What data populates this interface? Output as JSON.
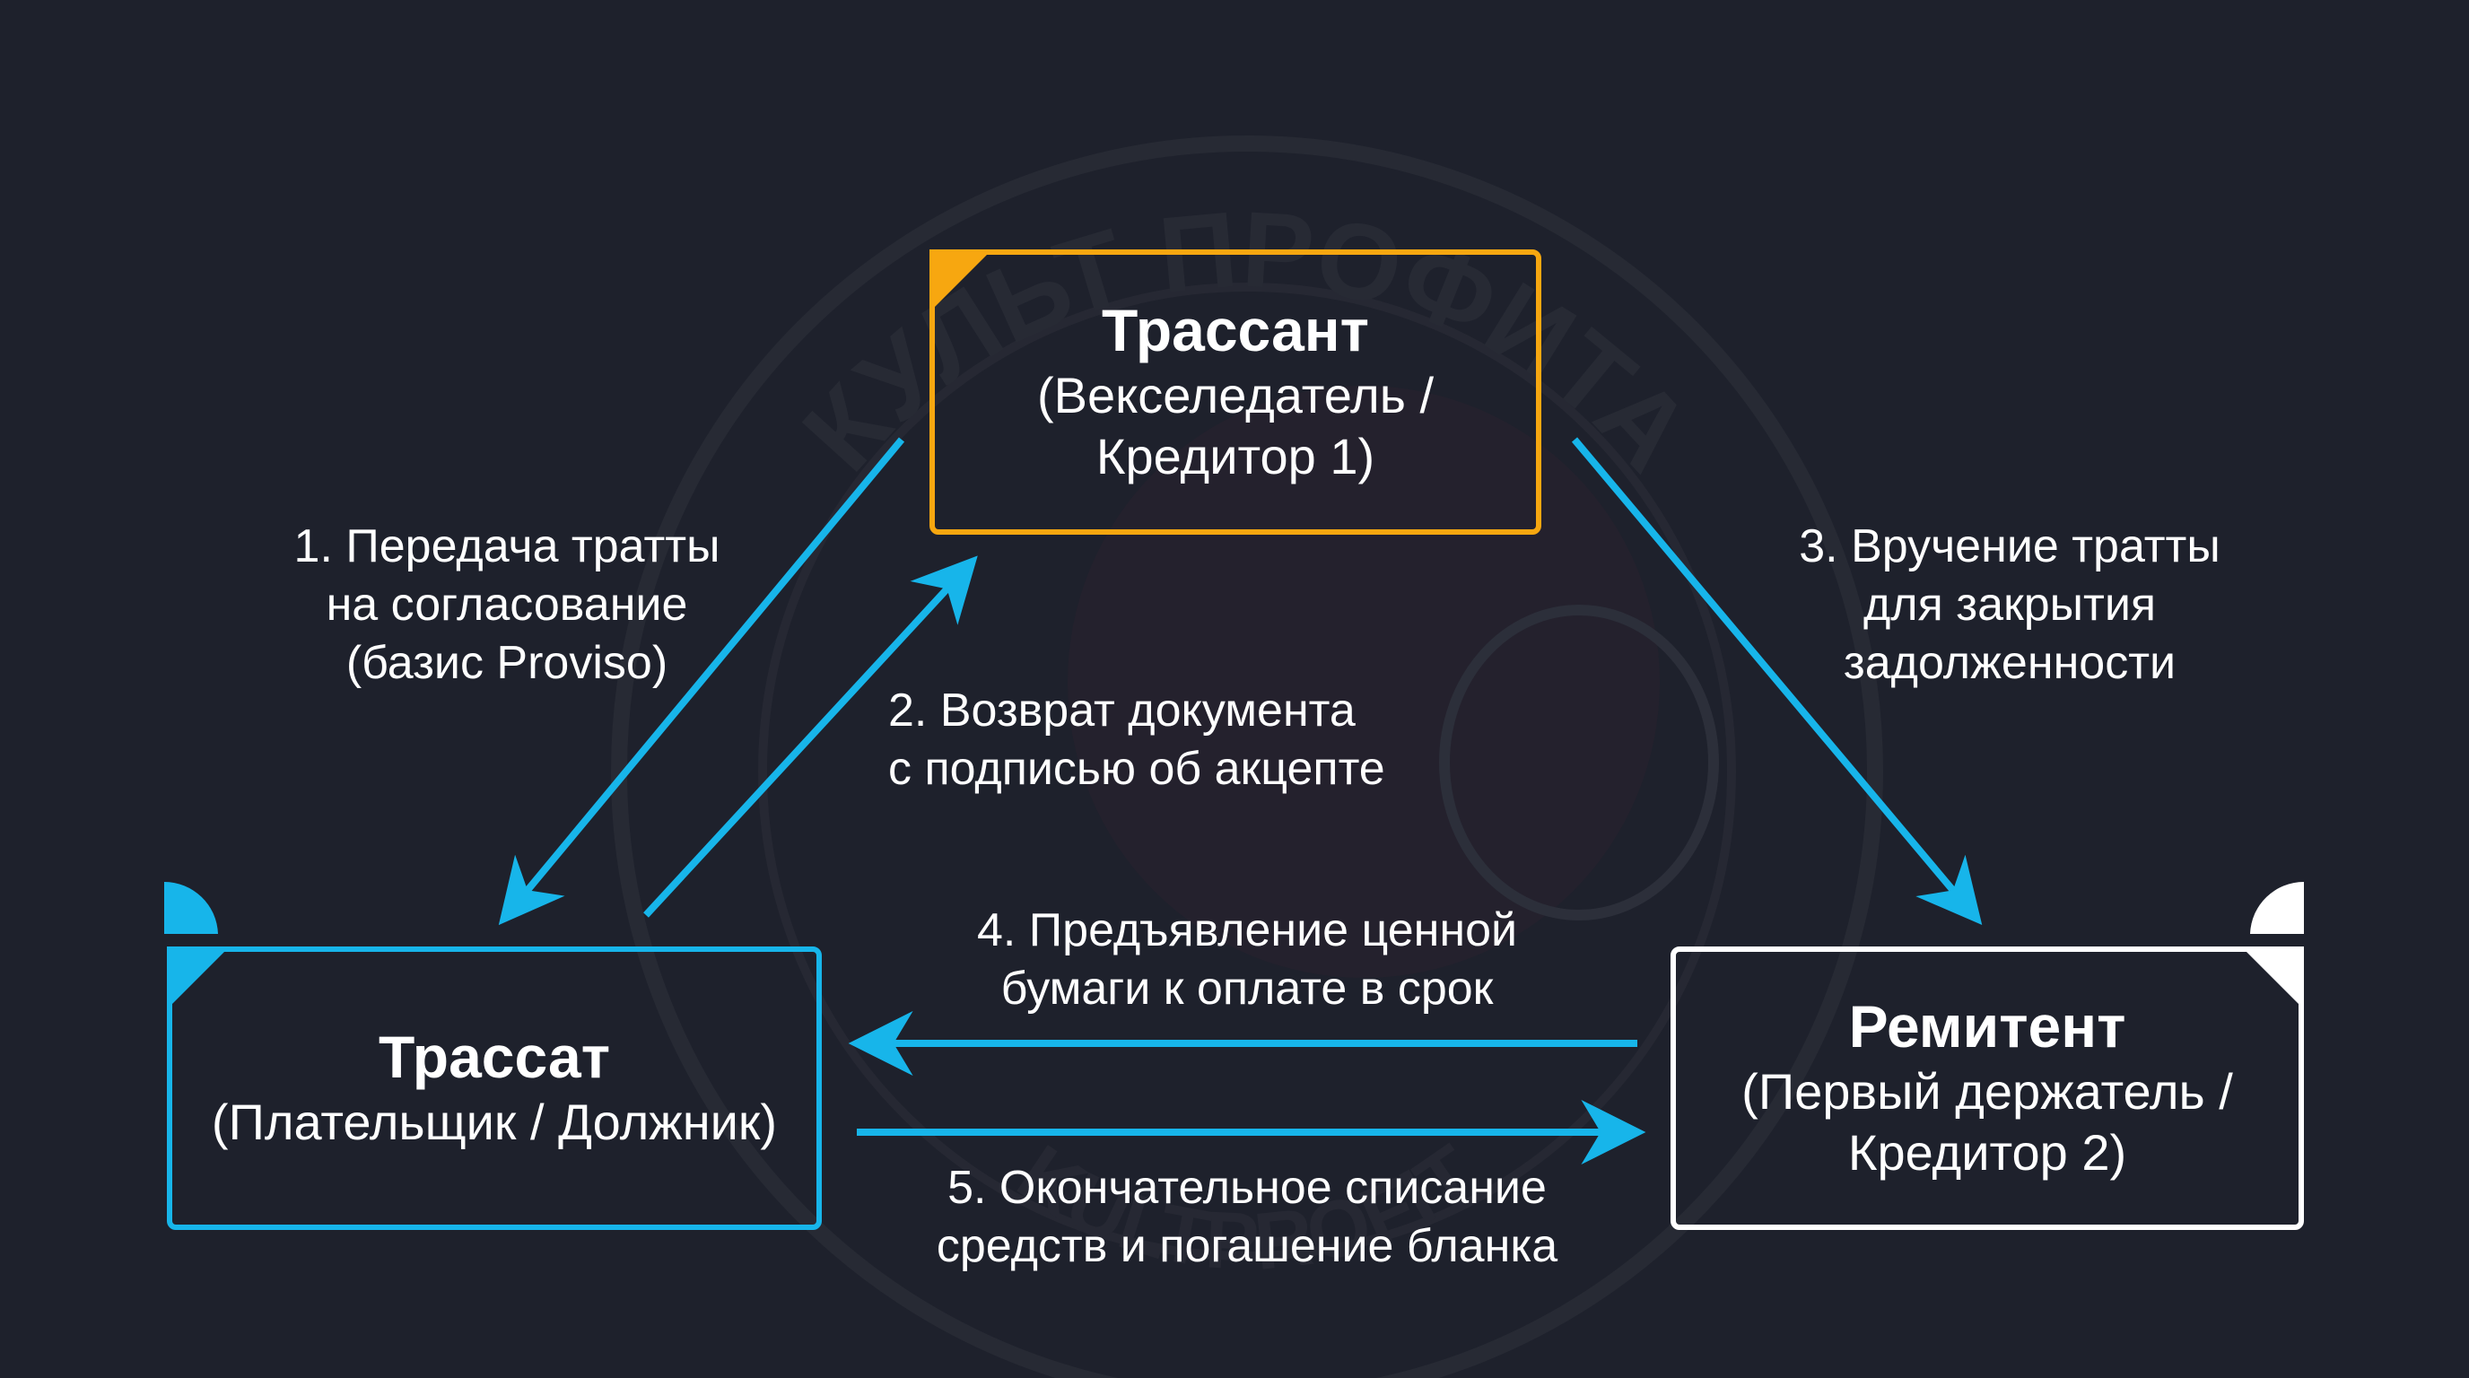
{
  "colors": {
    "background": "#1e212c",
    "drawer": "#f7a710",
    "drawee": "#17b5ea",
    "payee": "#ffffff",
    "arrow": "#17b5ea",
    "watermark": "#3a3035"
  },
  "watermark": {
    "top_text": "КУЛЬТ ПРОФИТА",
    "bottom_text": "KULTPROFIT"
  },
  "nodes": {
    "drawer": {
      "title": "Трассант",
      "subtitle_lines": [
        "(Векселедатель /",
        "Кредитор 1)"
      ]
    },
    "drawee": {
      "title": "Трассат",
      "subtitle_lines": [
        "(Плательщик / Должник)"
      ]
    },
    "payee": {
      "title": "Ремитент",
      "subtitle_lines": [
        "(Первый держатель /",
        "Кредитор 2)"
      ]
    }
  },
  "steps": [
    {
      "lines": [
        "1. Передача тратты",
        "на согласование",
        "(базис Proviso)"
      ]
    },
    {
      "lines": [
        "2. Возврат документа",
        "с подписью об акцепте"
      ]
    },
    {
      "lines": [
        "3. Вручение тратты",
        "для закрытия",
        "задолженности"
      ]
    },
    {
      "lines": [
        "4. Предъявление ценной",
        "бумаги к оплате в срок"
      ]
    },
    {
      "lines": [
        "5. Окончательное списание",
        "средств и погашение бланка"
      ]
    }
  ]
}
